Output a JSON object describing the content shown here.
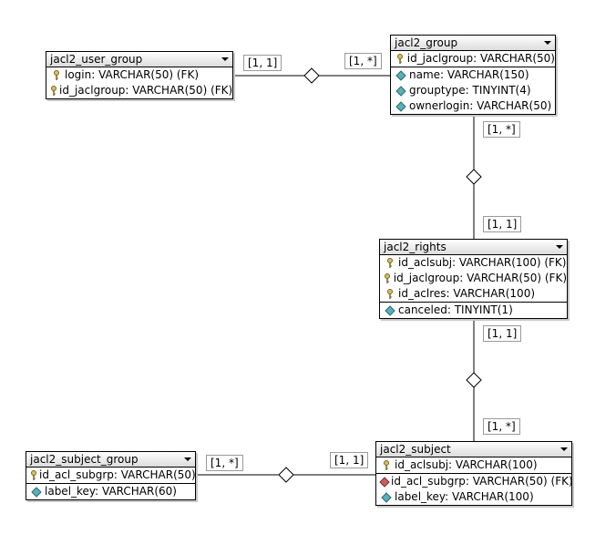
{
  "tables": {
    "user_group": {
      "name": "jacl2_user_group",
      "columns": [
        {
          "text": "login: VARCHAR(50) (FK)",
          "icon": "key-icon"
        },
        {
          "text": "id_jaclgroup: VARCHAR(50) (FK)",
          "icon": "key-icon"
        }
      ]
    },
    "group": {
      "name": "jacl2_group",
      "columns": [
        {
          "text": "id_jaclgroup: VARCHAR(50)",
          "icon": "key-icon"
        },
        {
          "text": "name: VARCHAR(150)",
          "icon": "column-icon"
        },
        {
          "text": "grouptype: TINYINT(4)",
          "icon": "column-icon"
        },
        {
          "text": "ownerlogin: VARCHAR(50)",
          "icon": "column-icon"
        }
      ]
    },
    "rights": {
      "name": "jacl2_rights",
      "columns": [
        {
          "text": "id_aclsubj: VARCHAR(100) (FK)",
          "icon": "key-icon"
        },
        {
          "text": "id_jaclgroup: VARCHAR(50) (FK)",
          "icon": "key-icon"
        },
        {
          "text": "id_aclres: VARCHAR(100)",
          "icon": "key-icon"
        },
        {
          "text": "canceled: TINYINT(1)",
          "icon": "column-icon"
        }
      ]
    },
    "subject_group": {
      "name": "jacl2_subject_group",
      "columns": [
        {
          "text": "id_acl_subgrp: VARCHAR(50)",
          "icon": "key-icon"
        },
        {
          "text": "label_key: VARCHAR(60)",
          "icon": "column-icon"
        }
      ]
    },
    "subject": {
      "name": "jacl2_subject",
      "columns": [
        {
          "text": "id_aclsubj: VARCHAR(100)",
          "icon": "key-icon"
        },
        {
          "text": "id_acl_subgrp: VARCHAR(50) (FK)",
          "icon": "fk-column-icon"
        },
        {
          "text": "label_key: VARCHAR(100)",
          "icon": "column-icon"
        }
      ]
    }
  },
  "relations": {
    "user_group_group": {
      "left": "[1, 1]",
      "right": "[1, *]"
    },
    "group_rights": {
      "top": "[1, *]",
      "bottom": "[1, 1]"
    },
    "rights_subject": {
      "top": "[1, 1]",
      "bottom": "[1, *]"
    },
    "subject_group_subject": {
      "left": "[1, *]",
      "right": "[1, 1]"
    }
  },
  "colors": {
    "key": "#d8c060",
    "column": "#58b0b8",
    "fk_column": "#c86060",
    "line": "#000000",
    "label_border": "#9a9a9a"
  }
}
